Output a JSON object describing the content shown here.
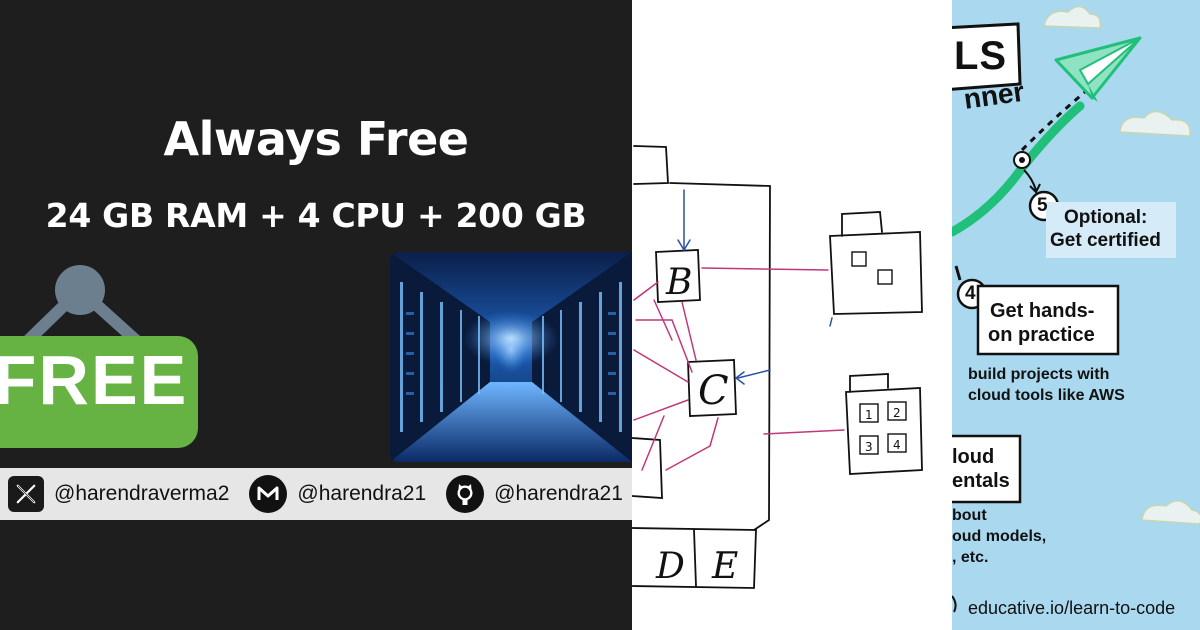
{
  "hero": {
    "title": "Always Free",
    "subtitle": "24 GB RAM + 4 CPU + 200 GB"
  },
  "free_sign": {
    "label": "FREE"
  },
  "social": [
    {
      "icon": "x-icon",
      "handle": "@harendraverma2"
    },
    {
      "icon": "medium-icon",
      "handle": "@harendra21"
    },
    {
      "icon": "github-icon",
      "handle": "@harendra21"
    }
  ],
  "sketch": {
    "labels": [
      "B",
      "C",
      "D",
      "E",
      "1",
      "2",
      "3",
      "4"
    ]
  },
  "roadmap": {
    "title_fragment": "LS",
    "subtitle_fragment": "nner",
    "step5": {
      "number": "5",
      "text_line1": "Optional:",
      "text_line2": "Get certified"
    },
    "step4": {
      "number": "4",
      "text_line1": "Get hands-",
      "text_line2": "on practice",
      "desc_line1": "build projects with",
      "desc_line2": "cloud tools like AWS"
    },
    "step_fragment": {
      "line1": "loud",
      "line2": "entals"
    },
    "desc_fragment": {
      "line1": "bout",
      "line2": "oud models,",
      "line3": ", etc."
    },
    "url": "educative.io/learn-to-code"
  },
  "colors": {
    "dark_bg": "#1e1e1e",
    "free_green": "#66b344",
    "sign_gray": "#6b7f8e",
    "sky_blue": "#a9d8ef",
    "path_green": "#21c07a",
    "sketch_pink": "#c2377a",
    "sketch_blue": "#2a4fa8"
  }
}
